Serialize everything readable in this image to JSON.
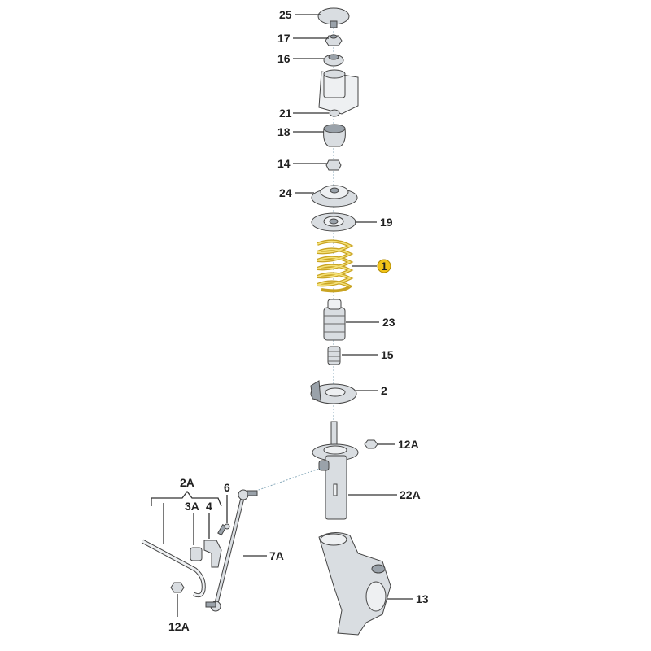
{
  "title": "Front suspension strut exploded view",
  "colors": {
    "highlight": "#f2c318",
    "spring": "#c9a423",
    "part": "#d9dde1"
  },
  "callouts": {
    "c25": "25",
    "c17": "17",
    "c16": "16",
    "c21": "21",
    "c18": "18",
    "c14": "14",
    "c24": "24",
    "c19": "19",
    "c1": "1",
    "c23": "23",
    "c15": "15",
    "c2": "2",
    "c12a_top": "12A",
    "c22a": "22A",
    "c2a": "2A",
    "c3a": "3A",
    "c4": "4",
    "c6": "6",
    "c7a": "7A",
    "c12a_bottom": "12A",
    "c13": "13"
  }
}
